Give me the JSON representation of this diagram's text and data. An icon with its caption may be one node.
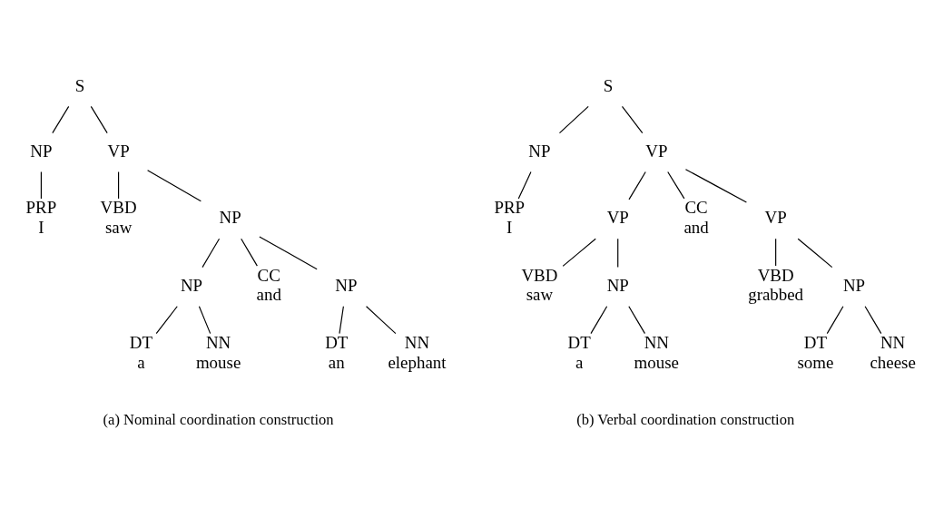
{
  "diagram": {
    "nodes": [
      {
        "text": [
          "S"
        ]
      },
      {
        "text": [
          "NP"
        ]
      },
      {
        "text": [
          "VP"
        ]
      },
      {
        "text": [
          "PRP",
          "I"
        ]
      },
      {
        "text": [
          "VBD",
          "saw"
        ]
      },
      {
        "text": [
          "NP"
        ]
      },
      {
        "text": [
          "NP"
        ]
      },
      {
        "text": [
          "CC",
          "and"
        ]
      },
      {
        "text": [
          "NP"
        ]
      },
      {
        "text": [
          "DT",
          "a"
        ]
      },
      {
        "text": [
          "NN",
          "mouse"
        ]
      },
      {
        "text": [
          "DT",
          "an"
        ]
      },
      {
        "text": [
          "NN",
          "elephant"
        ]
      },
      {
        "text": [
          "S"
        ]
      },
      {
        "text": [
          "NP"
        ]
      },
      {
        "text": [
          "VP"
        ]
      },
      {
        "text": [
          "PRP",
          "I"
        ]
      },
      {
        "text": [
          "VP"
        ]
      },
      {
        "text": [
          "CC",
          "and"
        ]
      },
      {
        "text": [
          "VP"
        ]
      },
      {
        "text": [
          "VBD",
          "saw"
        ]
      },
      {
        "text": [
          "NP"
        ]
      },
      {
        "text": [
          "VBD",
          "grabbed"
        ]
      },
      {
        "text": [
          "NP"
        ]
      },
      {
        "text": [
          "DT",
          "a"
        ]
      },
      {
        "text": [
          "NN",
          "mouse"
        ]
      },
      {
        "text": [
          "DT",
          "some"
        ]
      },
      {
        "text": [
          "NN",
          "cheese"
        ]
      }
    ],
    "edges": [
      {
        "from": 0,
        "to": 1,
        "arrow": "none"
      },
      {
        "from": 0,
        "to": 2,
        "arrow": "none"
      },
      {
        "from": 1,
        "to": 3,
        "arrow": "none"
      },
      {
        "from": 2,
        "to": 4,
        "arrow": "none"
      },
      {
        "from": 2,
        "to": 5,
        "arrow": "none"
      },
      {
        "from": 5,
        "to": 6,
        "arrow": "none"
      },
      {
        "from": 5,
        "to": 7,
        "arrow": "none"
      },
      {
        "from": 5,
        "to": 8,
        "arrow": "none"
      },
      {
        "from": 6,
        "to": 9,
        "arrow": "none"
      },
      {
        "from": 6,
        "to": 10,
        "arrow": "none"
      },
      {
        "from": 8,
        "to": 11,
        "arrow": "none"
      },
      {
        "from": 8,
        "to": 12,
        "arrow": "none"
      },
      {
        "from": 13,
        "to": 14,
        "arrow": "none"
      },
      {
        "from": 13,
        "to": 15,
        "arrow": "none"
      },
      {
        "from": 14,
        "to": 16,
        "arrow": "none"
      },
      {
        "from": 15,
        "to": 17,
        "arrow": "none"
      },
      {
        "from": 15,
        "to": 18,
        "arrow": "none"
      },
      {
        "from": 15,
        "to": 19,
        "arrow": "none"
      },
      {
        "from": 17,
        "to": 20,
        "arrow": "none"
      },
      {
        "from": 17,
        "to": 21,
        "arrow": "none"
      },
      {
        "from": 19,
        "to": 22,
        "arrow": "none"
      },
      {
        "from": 19,
        "to": 23,
        "arrow": "none"
      },
      {
        "from": 21,
        "to": 24,
        "arrow": "none"
      },
      {
        "from": 21,
        "to": 25,
        "arrow": "none"
      },
      {
        "from": 23,
        "to": 26,
        "arrow": "none"
      },
      {
        "from": 23,
        "to": 27,
        "arrow": "none"
      }
    ],
    "labels": [
      "(a) Nominal coordination construction",
      "(b) Verbal coordination construction"
    ]
  }
}
